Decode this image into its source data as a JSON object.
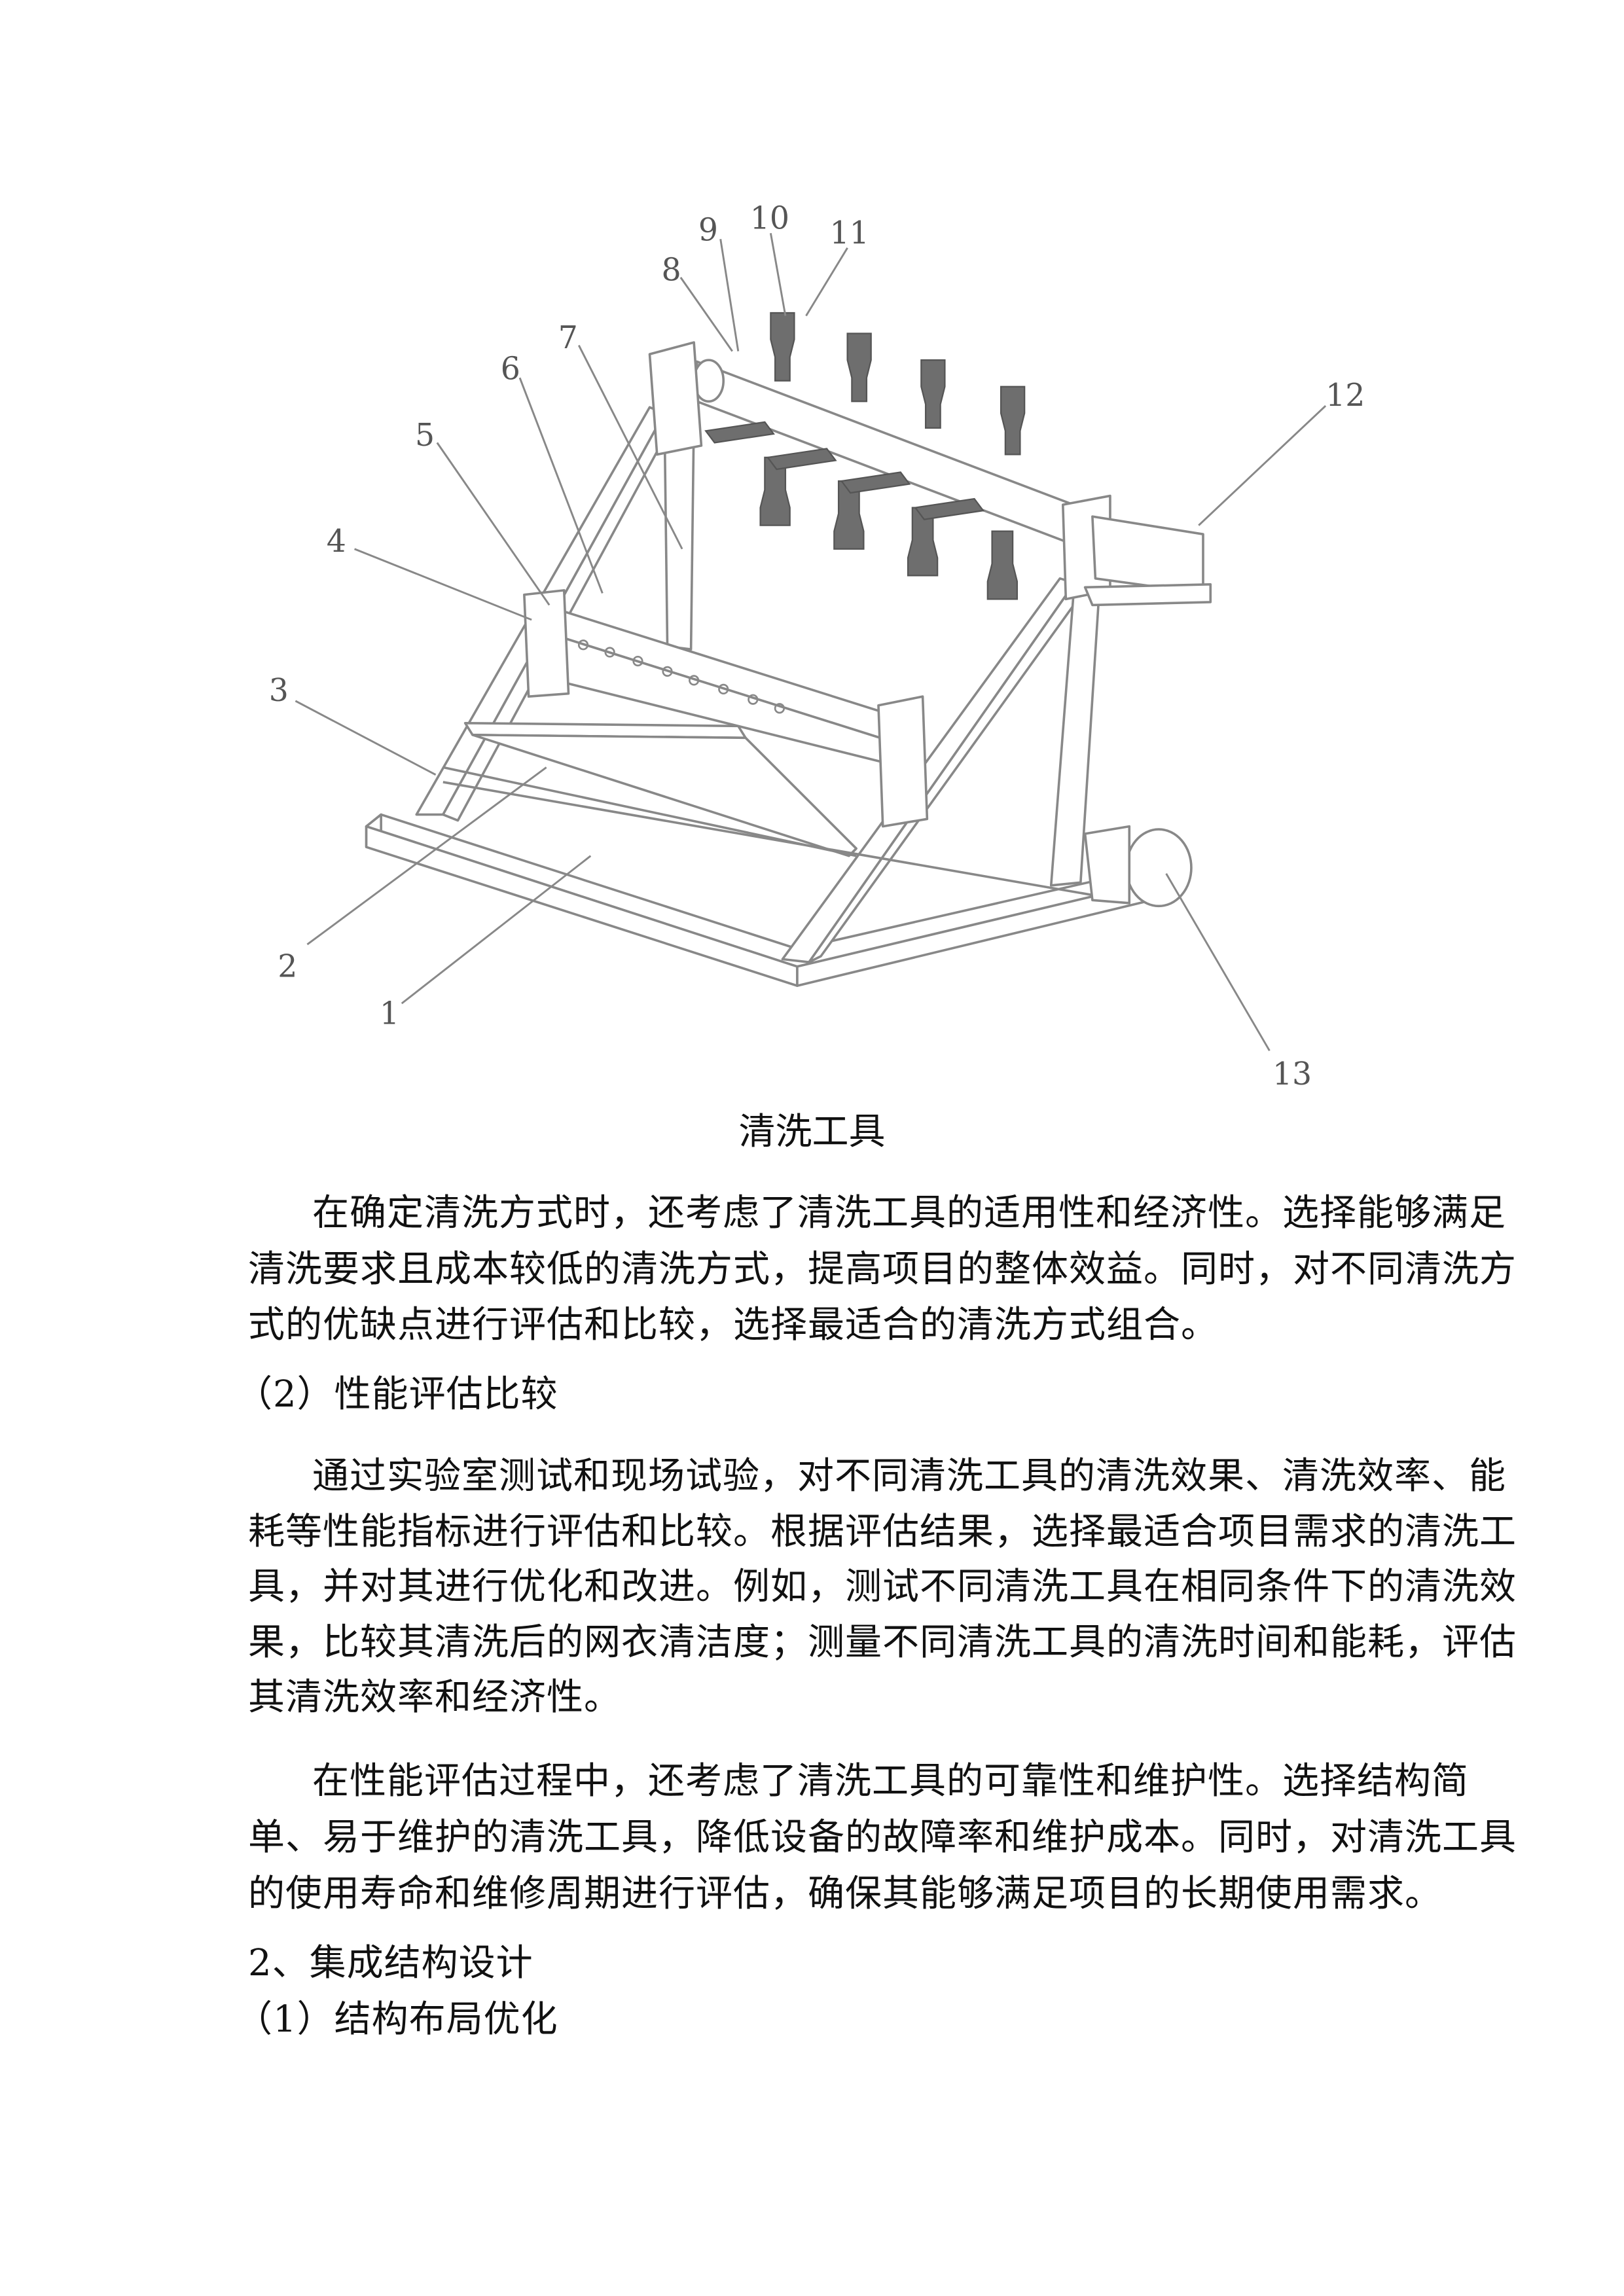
{
  "figure": {
    "caption": "清洗工具",
    "callouts": [
      "1",
      "2",
      "3",
      "4",
      "5",
      "6",
      "7",
      "8",
      "9",
      "10",
      "11",
      "12",
      "13"
    ]
  },
  "paragraphs": [
    {
      "lines": [
        "在确定清洗方式时，还考虑了清洗工具的适用性和经济性。选择能够满足",
        "清洗要求且成本较低的清洗方式，提高项目的整体效益。同时，对不同清洗方",
        "式的优缺点进行评估和比较，选择最适合的清洗方式组合。"
      ]
    },
    {
      "lines": [
        "通过实验室测试和现场试验，对不同清洗工具的清洗效果、清洗效率、能",
        "耗等性能指标进行评估和比较。根据评估结果，选择最适合项目需求的清洗工",
        "具，并对其进行优化和改进。例如，测试不同清洗工具在相同条件下的清洗效",
        "果，比较其清洗后的网衣清洁度；测量不同清洗工具的清洗时间和能耗，评估",
        "其清洗效率和经济性。"
      ]
    },
    {
      "lines": [
        "在性能评估过程中，还考虑了清洗工具的可靠性和维护性。选择结构简",
        "单、易于维护的清洗工具，降低设备的故障率和维护成本。同时，对清洗工具",
        "的使用寿命和维修周期进行评估，确保其能够满足项目的长期使用需求。"
      ]
    }
  ],
  "headings": {
    "h_perf": "（2）性能评估比较",
    "h_integration": "2、集成结构设计",
    "h_layout": "（1）结构布局优化"
  }
}
